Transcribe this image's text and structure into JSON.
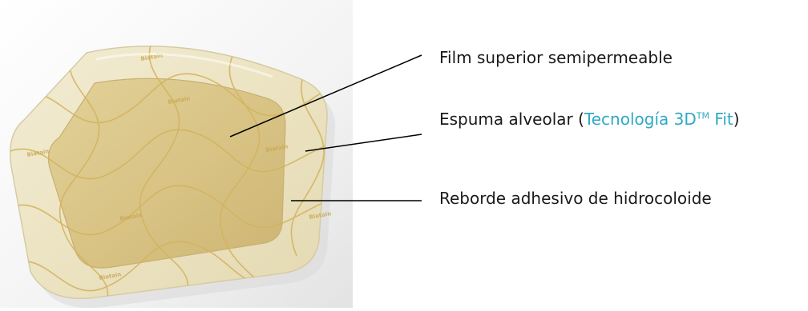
{
  "image": {
    "photo_subject": "dressing-photo",
    "brand_imprint": "Biatain",
    "colors": {
      "film": "#ece4c7",
      "foam": "#d9c68a",
      "pattern": "#d7b96a",
      "shadow": "#e6e6e6"
    }
  },
  "callouts": [
    {
      "text": "Film superior semipermeable"
    },
    {
      "text_prefix": "Espuma alveolar (",
      "accent_text": "Tecnología 3D",
      "accent_tm": "TM",
      "accent_suffix": " Fit",
      "text_suffix": ")"
    },
    {
      "text": "Reborde adhesivo de hidrocoloide"
    }
  ],
  "colors": {
    "text": "#1a1a1a",
    "accent": "#2fa9c4",
    "line": "#000000"
  }
}
